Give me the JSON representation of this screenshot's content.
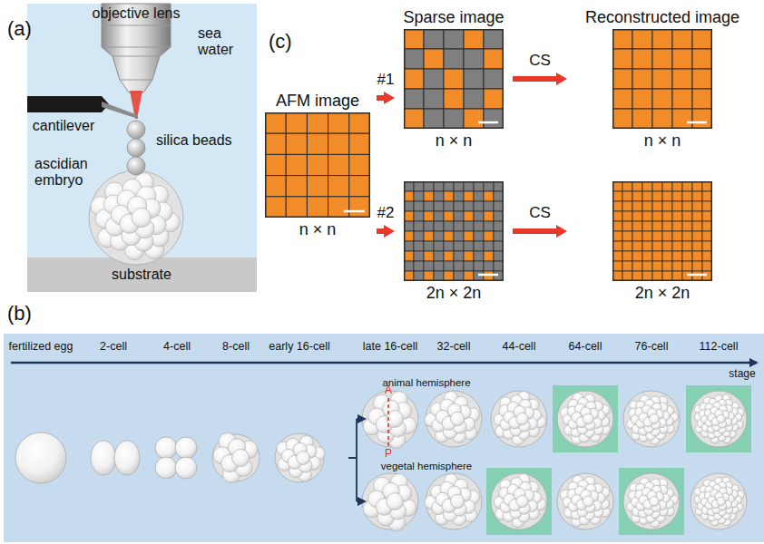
{
  "diagram": {
    "nodes": [
      {
        "text": [
          "AFM image",
          "n × n"
        ]
      },
      {
        "text": [
          "Sparse image",
          "n × n"
        ]
      },
      {
        "text": [
          "Reconstructed image",
          "n × n"
        ]
      },
      {
        "text": [
          "2n × 2n"
        ]
      },
      {
        "text": [
          "2n × 2n"
        ]
      }
    ],
    "edges": [
      {
        "from": 0,
        "to": 1,
        "arrow": "to",
        "label": "#1"
      },
      {
        "from": 0,
        "to": 3,
        "arrow": "to",
        "label": "#2"
      },
      {
        "from": 1,
        "to": 2,
        "arrow": "to",
        "label": "CS"
      },
      {
        "from": 3,
        "to": 4,
        "arrow": "to",
        "label": "CS"
      }
    ],
    "labels": [
      "(a)",
      "objective lens",
      "sea water",
      "cantilever",
      "silica beads",
      "ascidian embryo",
      "substrate",
      "(c)",
      "(b)",
      "fertilized egg",
      "2-cell",
      "4-cell",
      "8-cell",
      "early 16-cell",
      "late 16-cell",
      "32-cell",
      "44-cell",
      "64-cell",
      "76-cell",
      "112-cell",
      "stage",
      "animal hemisphere",
      "vegetal hemisphere",
      "A",
      "P"
    ]
  }
}
